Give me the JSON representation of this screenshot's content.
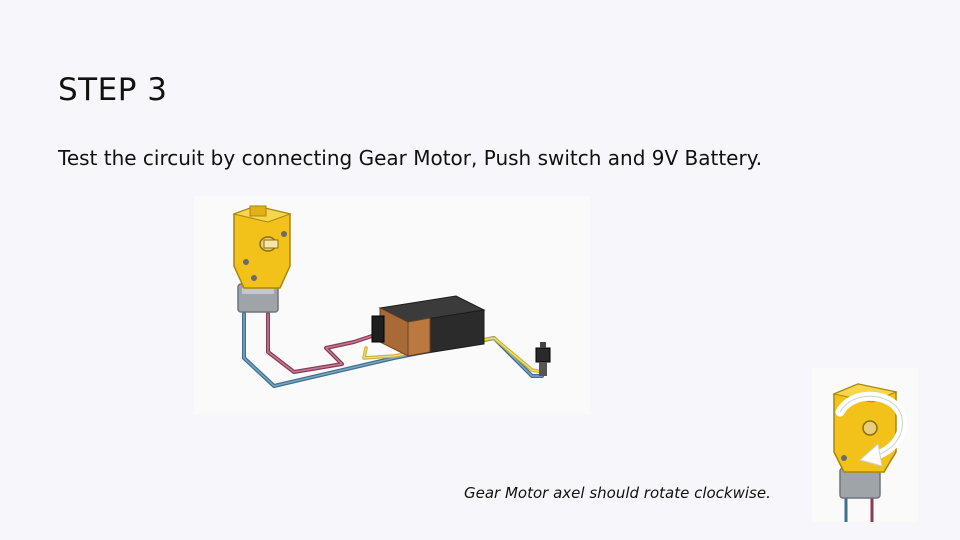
{
  "slide": {
    "title": "STEP 3",
    "instruction": "Test the circuit by connecting Gear Motor, Push switch and 9V Battery.",
    "caption": "Gear Motor axel should rotate clockwise."
  },
  "colors": {
    "background": "#f7f7fb",
    "motor_yellow": "#f2c21b",
    "wire_blue": "#3f6f8f",
    "wire_red": "#8a3a55",
    "wire_yellow": "#d8c33a",
    "battery_black": "#2b2b2b",
    "battery_copper": "#b9793f"
  },
  "icons": {
    "main_figure": "circuit-illustration",
    "small_figure": "clockwise-rotation-illustration"
  }
}
